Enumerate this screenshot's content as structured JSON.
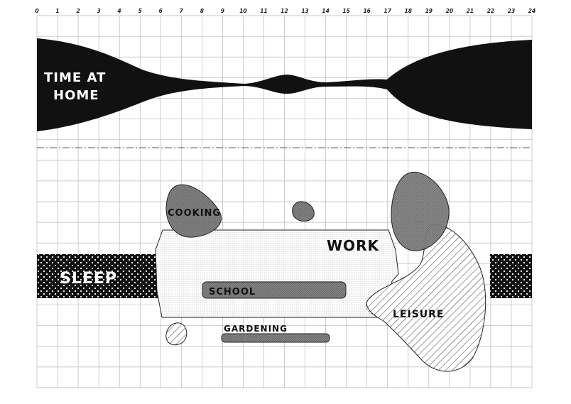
{
  "hours": [
    "0",
    "1",
    "2",
    "3",
    "4",
    "5",
    "6",
    "7",
    "8",
    "9",
    "10",
    "11",
    "12",
    "13",
    "14",
    "15",
    "16",
    "17",
    "18",
    "19",
    "20",
    "21",
    "22",
    "23",
    "24"
  ],
  "time_at_home": {
    "label_lines": [
      "TIME AT",
      "HOME"
    ],
    "color": "#111111"
  },
  "activities": {
    "sleep": {
      "label": "SLEEP",
      "pattern": "dots-on-black"
    },
    "work": {
      "label": "WORK",
      "pattern": "fine-grid"
    },
    "school": {
      "label": "SCHOOL",
      "pattern": "dense-hatch"
    },
    "cooking": {
      "label": "COOKING",
      "pattern": "dense-hatch"
    },
    "gardening": {
      "label": "GARDENING",
      "pattern": "dense-hatch"
    },
    "leisure": {
      "label": "LEISURE",
      "pattern": "diagonal-lines"
    }
  },
  "colors": {
    "ink": "#111111",
    "grid": "#b8b8b8",
    "shape_fill": "#7a7a7a",
    "paper": "#ffffff"
  }
}
